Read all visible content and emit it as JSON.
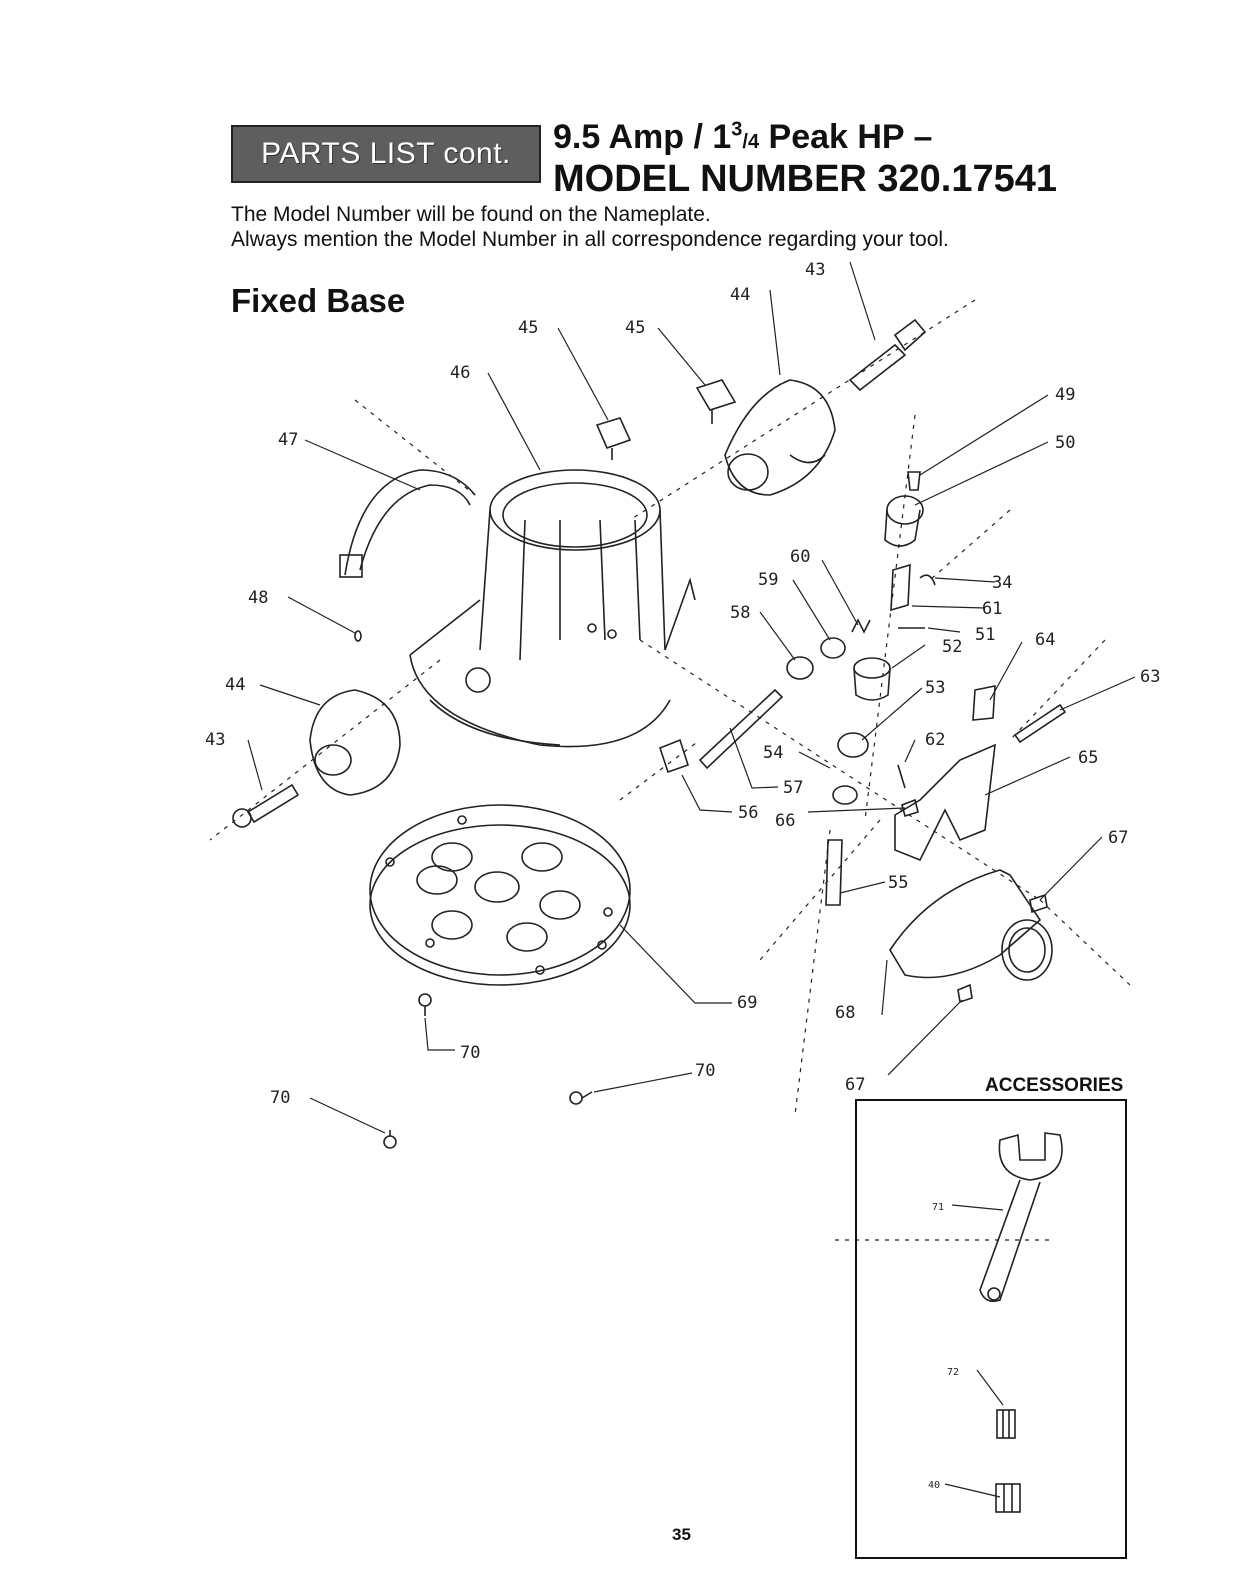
{
  "header": {
    "banner": "PARTS LIST cont.",
    "title_line1": "9.5 Amp / 1",
    "title_fraction_num": "3",
    "title_fraction_den": "4",
    "title_line1_end": " Peak HP –",
    "title_line2": "MODEL NUMBER 320.17541"
  },
  "intro": {
    "line1": "The Model Number will be found on the Nameplate.",
    "line2": "Always mention the Model Number in all correspondence regarding your tool."
  },
  "section": {
    "heading": "Fixed Base"
  },
  "callouts": {
    "c43a": "43",
    "c44a": "44",
    "c45a": "45",
    "c45b": "45",
    "c46": "46",
    "c47": "47",
    "c48": "48",
    "c44b": "44",
    "c43b": "43",
    "c49": "49",
    "c50": "50",
    "c34": "34",
    "c61": "61",
    "c51": "51",
    "c52": "52",
    "c64": "64",
    "c63": "63",
    "c60": "60",
    "c59": "59",
    "c58": "58",
    "c53": "53",
    "c62": "62",
    "c65": "65",
    "c54": "54",
    "c57": "57",
    "c56": "56",
    "c66": "66",
    "c67a": "67",
    "c55": "55",
    "c69": "69",
    "c68": "68",
    "c67b": "67",
    "c70a": "70",
    "c70b": "70",
    "c70c": "70",
    "c71": "71",
    "c72": "72",
    "c40": "40"
  },
  "accessories": {
    "heading": "ACCESSORIES"
  },
  "footer": {
    "page_number": "35"
  }
}
